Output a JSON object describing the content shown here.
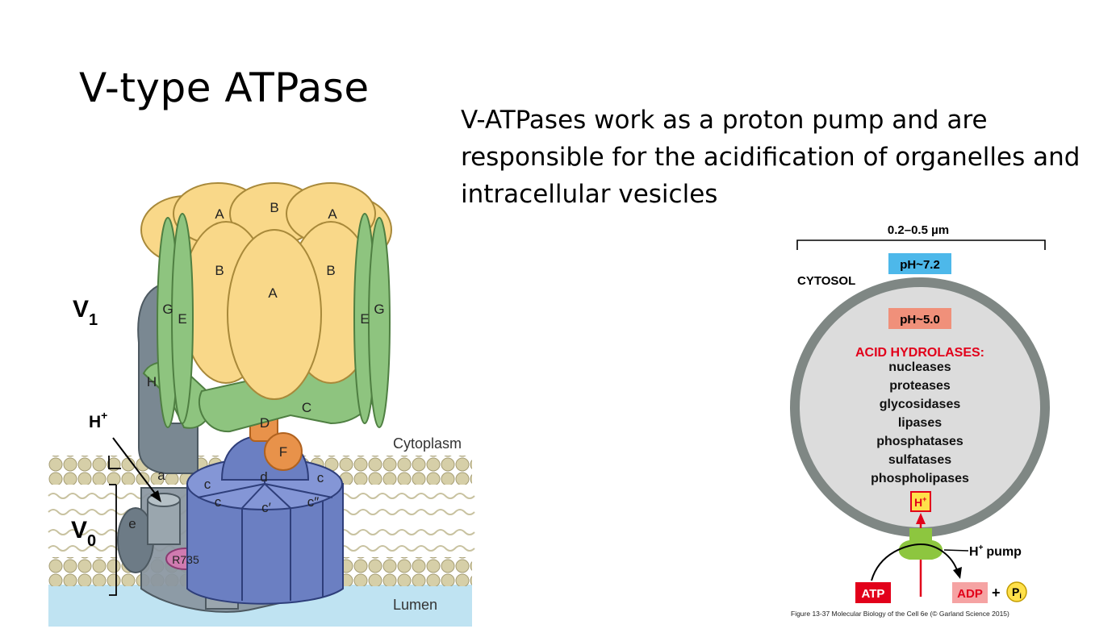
{
  "slide": {
    "title": "V-type ATPase",
    "text": "V-ATPases work as a proton pump and are responsible for the acidification of organelles and intracellular vesicles"
  },
  "vatpase_figure": {
    "domain_v1": "V",
    "domain_v1_sub": "1",
    "domain_v0": "V",
    "domain_v0_sub": "0",
    "proton": "H",
    "proton_sup": "+",
    "subunits": {
      "a_left": "A",
      "b_top": "B",
      "a_right": "A",
      "b_left": "B",
      "b_right": "B",
      "a_center": "A",
      "g_left": "G",
      "e_left": "E",
      "e_right": "E",
      "g_right": "G",
      "h": "H",
      "c_upper": "C",
      "d_upper": "D",
      "f": "F",
      "a_lower": "a",
      "d_lower": "d",
      "e_lower": "e",
      "c1": "c",
      "c2": "c",
      "c3": "c",
      "c_prime": "c′",
      "c_dprime": "c″",
      "r735": "R735"
    },
    "cytoplasm_label": "Cytoplasm",
    "lumen_label": "Lumen",
    "colors": {
      "yellow": "#f9d889",
      "green": "#8ec47f",
      "gray": "#7a8892",
      "blue": "#6b7fc2",
      "orange": "#e8924a",
      "pink": "#d07bb0",
      "lipid": "#c9c199",
      "lumen": "#bfe3f2"
    }
  },
  "lysosome_figure": {
    "size_label": "0.2–0.5 µm",
    "cytosol_label": "CYTOSOL",
    "ph_outside": "pH~7.2",
    "ph_inside": "pH~5.0",
    "hydrolases_title": "ACID HYDROLASES:",
    "hydrolases": [
      "nucleases",
      "proteases",
      "glycosidases",
      "lipases",
      "phosphatases",
      "sulfatases",
      "phospholipases"
    ],
    "proton": "H",
    "proton_sup": "+",
    "pump_label": "pump",
    "atp": "ATP",
    "adp": "ADP",
    "plus": "+",
    "pi": "P",
    "pi_sub": "i",
    "caption": "Figure 13-37  Molecular Biology of the Cell 6e (© Garland Science 2015)",
    "colors": {
      "ph_outside_bg": "#4db8ea",
      "ph_inside_bg": "#f0907a",
      "membrane": "#7f8784",
      "lumen_fill": "#dcdcdc",
      "hydrolase_red": "#e2001a",
      "pump": "#8dc63f",
      "atp_bg": "#e2001a",
      "adp_bg": "#f5a3a3",
      "h_box": "#ffe04a"
    }
  }
}
